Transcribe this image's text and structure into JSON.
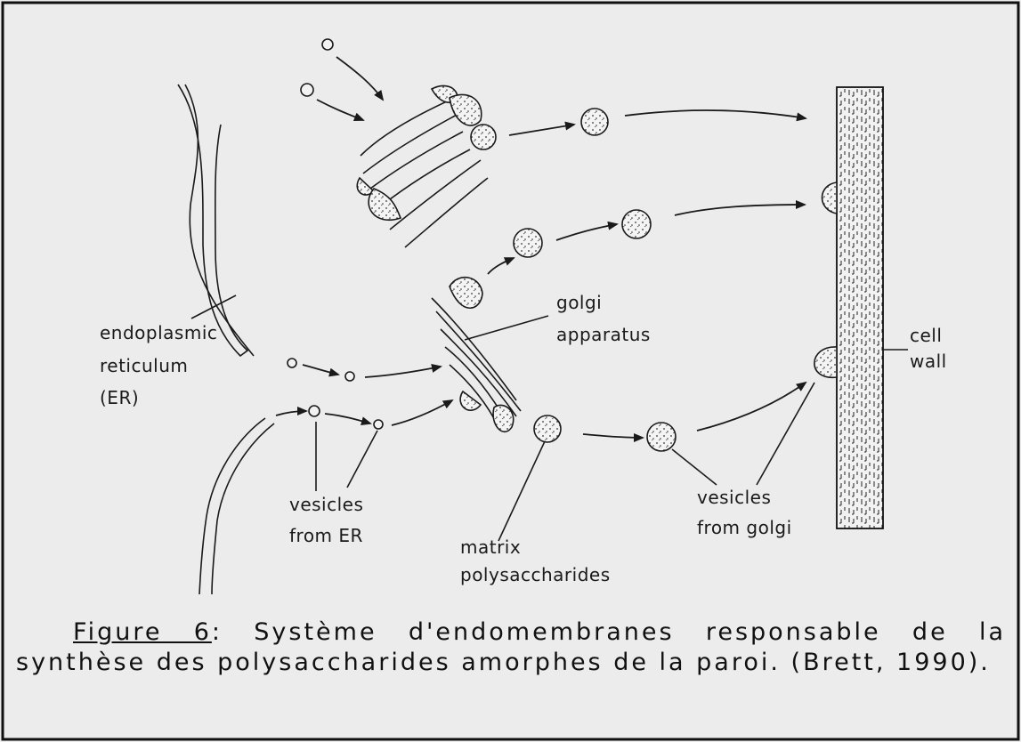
{
  "diagram": {
    "labels": {
      "er": [
        "endoplasmic",
        "reticulum",
        "(ER)"
      ],
      "golgi": [
        "golgi",
        "apparatus"
      ],
      "cell_wall": [
        "cell",
        "wall"
      ],
      "vesicles_er": [
        "vesicles",
        "from ER"
      ],
      "matrix": [
        "matrix",
        "polysaccharides"
      ],
      "vesicles_golgi": [
        "vesicles",
        "from golgi"
      ]
    }
  },
  "caption": {
    "figure_number": "Figure 6",
    "colon": ":",
    "text": " Système d'endomembranes responsable de la synthèse des polysaccharides amorphes de la paroi. (Brett, 1990)."
  }
}
